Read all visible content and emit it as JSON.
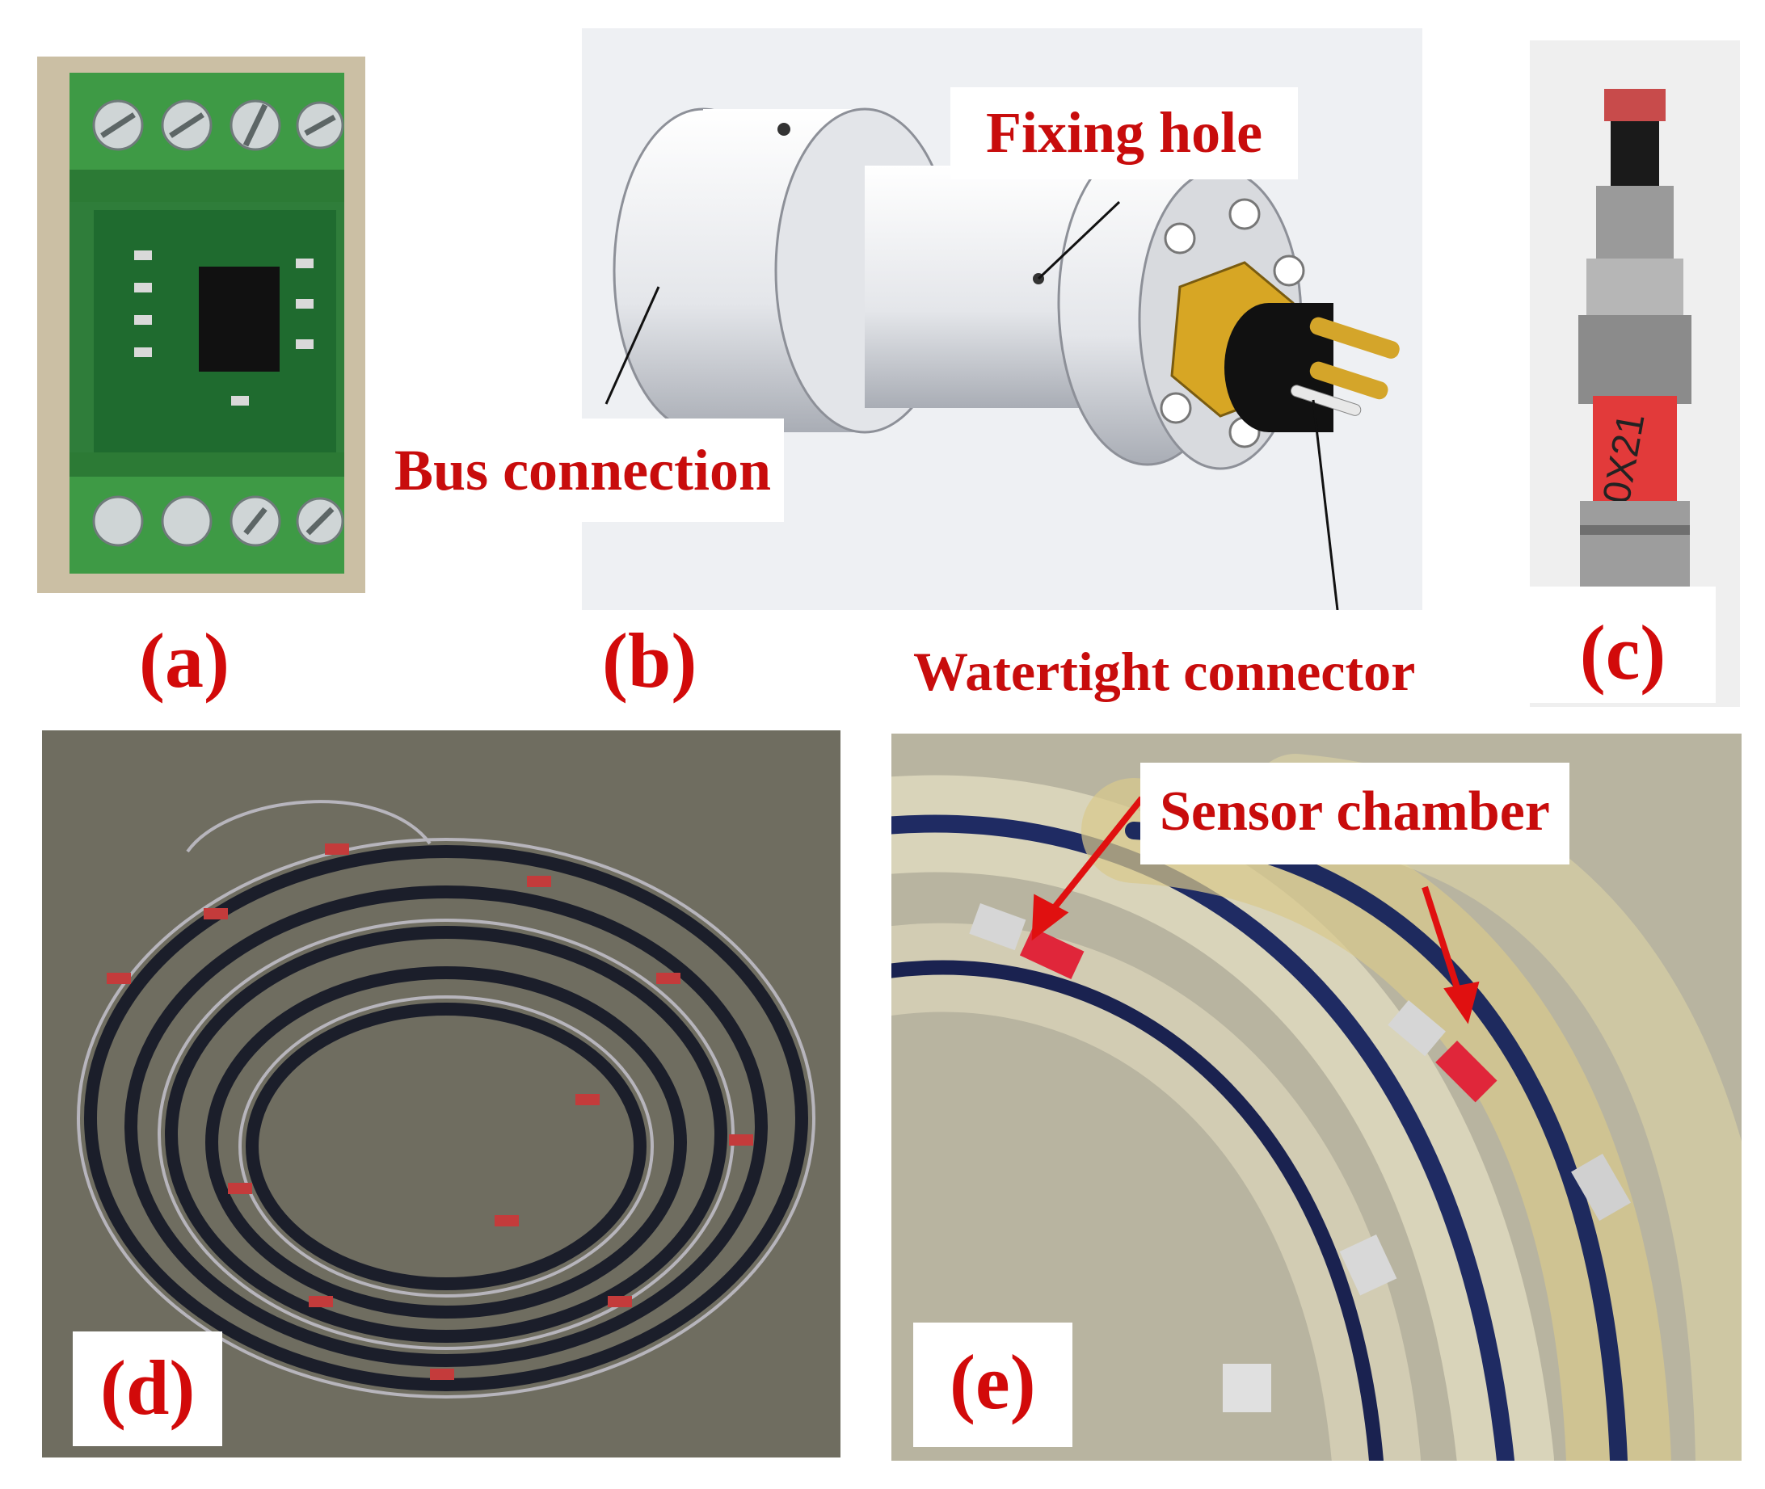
{
  "figure": {
    "panels": [
      {
        "id": "a",
        "label": "(a)",
        "content": "circuit board with screw terminals"
      },
      {
        "id": "b",
        "label": "(b)",
        "content": "3D model of sensor housing"
      },
      {
        "id": "c",
        "label": "(c)",
        "content": "photo of assembled sensor housing"
      },
      {
        "id": "d",
        "label": "(d)",
        "content": "coiled transparent tube with sensors"
      },
      {
        "id": "e",
        "label": "(e)",
        "content": "close-up of sensor chambers in tube"
      }
    ],
    "callouts": {
      "fixing_hole": "Fixing hole",
      "bus_connection": "Bus connection",
      "watertight_connector": "Watertight connector",
      "sensor_chamber": "Sensor chamber"
    },
    "colors": {
      "label_red": "#d20a0a",
      "pcb_green": "#2f7d3a",
      "arrow_red": "#e01010"
    }
  }
}
